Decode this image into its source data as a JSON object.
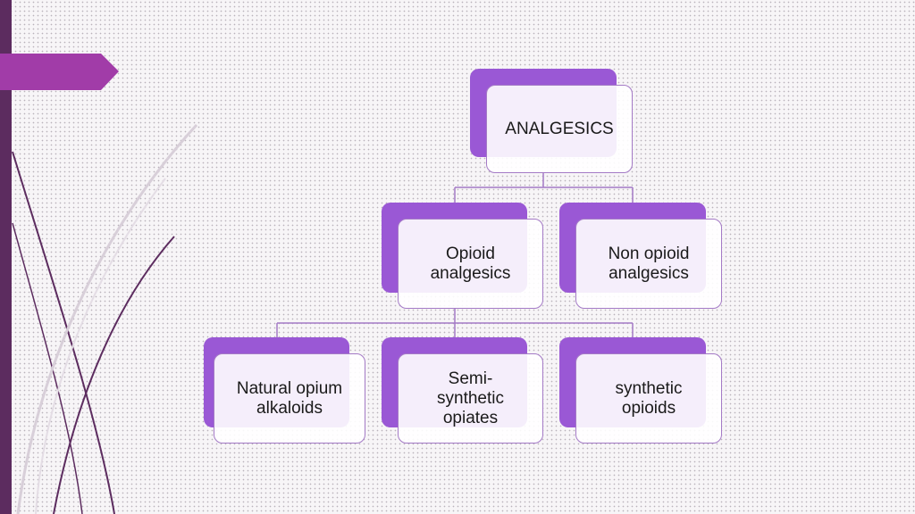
{
  "diagram": {
    "root": {
      "label": "ANALGESICS"
    },
    "level1": [
      {
        "label": "Opioid\nanalgesics"
      },
      {
        "label": "Non opioid\nanalgesics"
      }
    ],
    "level2": [
      {
        "label": "Natural opium\nalkaloids"
      },
      {
        "label": "Semi-\nsynthetic\nopiates"
      },
      {
        "label": "synthetic\nopioids"
      }
    ]
  },
  "colors": {
    "accent": "#a13ca8",
    "sidebar": "#5c2c5f",
    "node_back": "#9a58d5",
    "node_border": "#a47ac6",
    "connector": "#a47ac6"
  }
}
